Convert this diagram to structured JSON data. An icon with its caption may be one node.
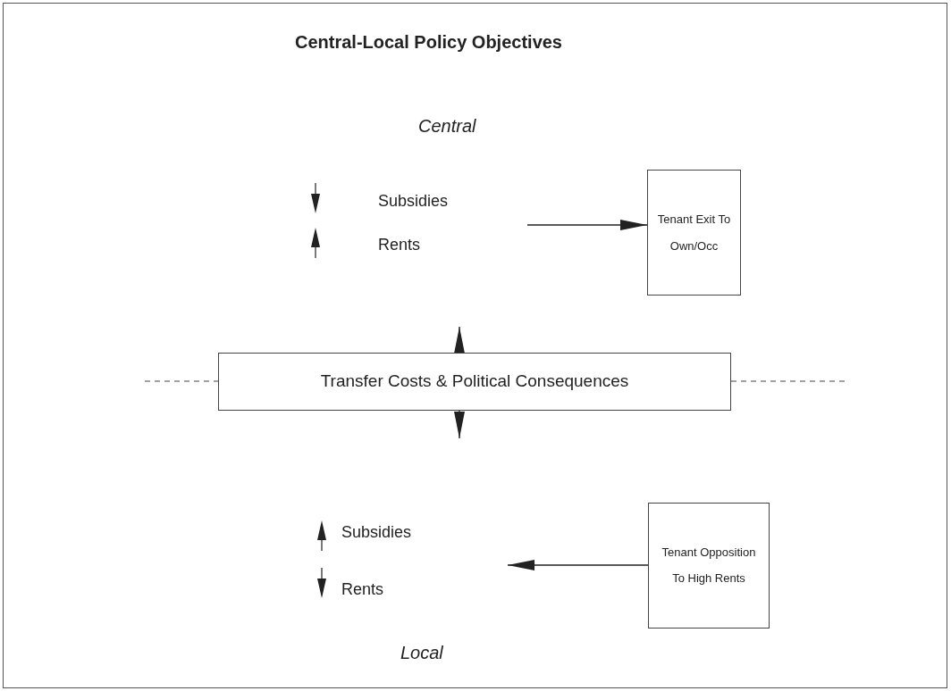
{
  "diagram": {
    "title": "Central-Local Policy Objectives",
    "nodes": [
      {
        "text": [
          "Tenant Exit To Own/Occ"
        ]
      },
      {
        "text": [
          "Transfer Costs & Political Consequences"
        ]
      },
      {
        "text": [
          "Tenant Opposition To High Rents"
        ]
      }
    ],
    "edges": [
      {
        "from": null,
        "to": 0,
        "arrow": "to"
      },
      {
        "from": 1,
        "to": null,
        "arrow": "to"
      },
      {
        "from": 1,
        "to": null,
        "arrow": "to"
      },
      {
        "from": 2,
        "to": null,
        "arrow": "to"
      }
    ],
    "labels": [
      "Central",
      "Subsidies",
      "Rents",
      "Subsidies",
      "Rents",
      "Local"
    ]
  }
}
